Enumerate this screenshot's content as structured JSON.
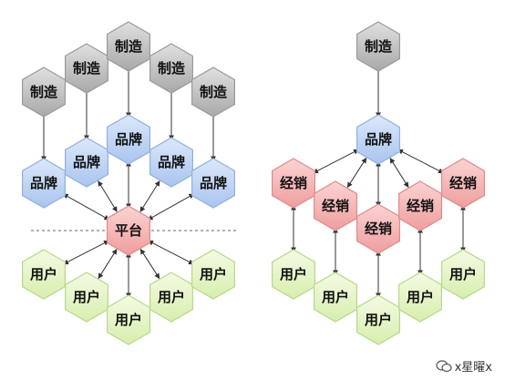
{
  "labels": {
    "make": "制造",
    "brand": "品牌",
    "platform": "平台",
    "user": "用户",
    "dealer": "经销"
  },
  "watermark": "x星曜x",
  "colors": {
    "make_fill": "#bdbdbd",
    "make_stroke": "#9a9a9a",
    "brand_fill": "#bcd3f2",
    "brand_stroke": "#8fb0e0",
    "platform_fill": "#f4b4b4",
    "platform_stroke": "#e08a8a",
    "dealer_fill": "#f4b4b4",
    "dealer_stroke": "#e08a8a",
    "user_fill": "#e6f5c8",
    "user_stroke": "#b6d98a",
    "arrow": "#333333"
  }
}
